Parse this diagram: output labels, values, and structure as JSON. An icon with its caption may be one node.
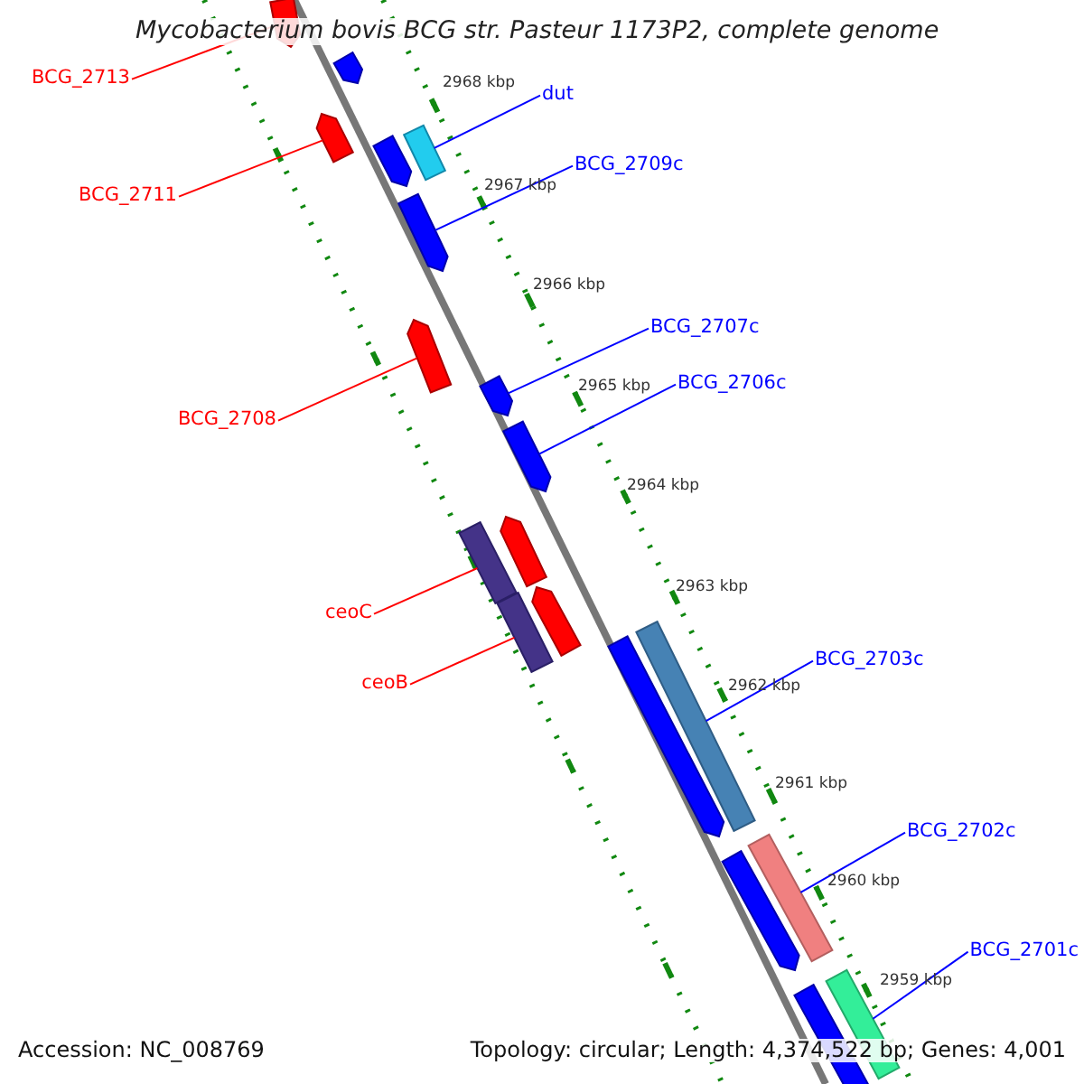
{
  "diagram": {
    "title": "Mycobacterium bovis BCG str. Pasteur 1173P2, complete genome",
    "nodes": [
      {
        "text": [
          "BCG_2713"
        ]
      },
      {
        "text": [
          "dut"
        ]
      },
      {
        "text": [
          "BCG_2709c"
        ]
      },
      {
        "text": [
          "BCG_2711"
        ]
      },
      {
        "text": [
          "BCG_2707c"
        ]
      },
      {
        "text": [
          "BCG_2706c"
        ]
      },
      {
        "text": [
          "BCG_2708"
        ]
      },
      {
        "text": [
          "ceoC"
        ]
      },
      {
        "text": [
          "ceoB"
        ]
      },
      {
        "text": [
          "BCG_2703c"
        ]
      },
      {
        "text": [
          "BCG_2702c"
        ]
      },
      {
        "text": [
          "BCG_2701c"
        ]
      },
      {
        "text": [],
        "shape": "bar"
      },
      {
        "text": [],
        "shape": "bar"
      },
      {
        "text": [],
        "shape": "bar"
      },
      {
        "text": [],
        "shape": "bar"
      },
      {
        "text": [],
        "shape": "bar"
      },
      {
        "text": [],
        "shape": "bar"
      },
      {
        "text": [],
        "shape": "bar"
      },
      {
        "text": [],
        "shape": "bar"
      },
      {
        "text": [],
        "shape": "bar"
      },
      {
        "text": [],
        "shape": "bar"
      },
      {
        "text": [],
        "shape": "bar"
      },
      {
        "text": [],
        "shape": "bar"
      },
      {
        "text": [],
        "shape": "bar"
      },
      {
        "text": [],
        "shape": "bar"
      },
      {
        "text": [],
        "shape": "bar"
      },
      {
        "text": [],
        "shape": "bar"
      },
      {
        "text": [],
        "shape": "bar"
      },
      {
        "text": [],
        "shape": "bar"
      },
      {
        "text": [],
        "shape": "bar"
      }
    ],
    "edges": [
      {
        "from": 0,
        "to": 12,
        "arrow": "none",
        "color": "#ff0000"
      },
      {
        "from": 1,
        "to": 13,
        "arrow": "none"
      },
      {
        "from": 2,
        "to": 14,
        "arrow": "none"
      },
      {
        "from": 3,
        "to": 15,
        "arrow": "none",
        "color": "#ff0000"
      },
      {
        "from": 4,
        "to": 16,
        "arrow": "none"
      },
      {
        "from": 5,
        "to": 17,
        "arrow": "none"
      },
      {
        "from": 6,
        "to": 18,
        "arrow": "none",
        "color": "#ff0000"
      },
      {
        "from": 7,
        "to": 19,
        "arrow": "none",
        "color": "#ff0000"
      },
      {
        "from": 8,
        "to": 20,
        "arrow": "none",
        "color": "#ff0000"
      },
      {
        "from": 9,
        "to": 21,
        "arrow": "none"
      },
      {
        "from": 10,
        "to": 22,
        "arrow": "none"
      },
      {
        "from": 11,
        "to": 23,
        "arrow": "none"
      }
    ],
    "labels": [
      "2968 kbp",
      "2967 kbp",
      "2966 kbp",
      "2965 kbp",
      "2964 kbp",
      "2963 kbp",
      "2962 kbp",
      "2961 kbp",
      "2960 kbp",
      "2959 kbp",
      "Accession: NC_008769",
      "Topology: circular; Length: 4,374,522 bp; Genes: 4,001"
    ]
  }
}
